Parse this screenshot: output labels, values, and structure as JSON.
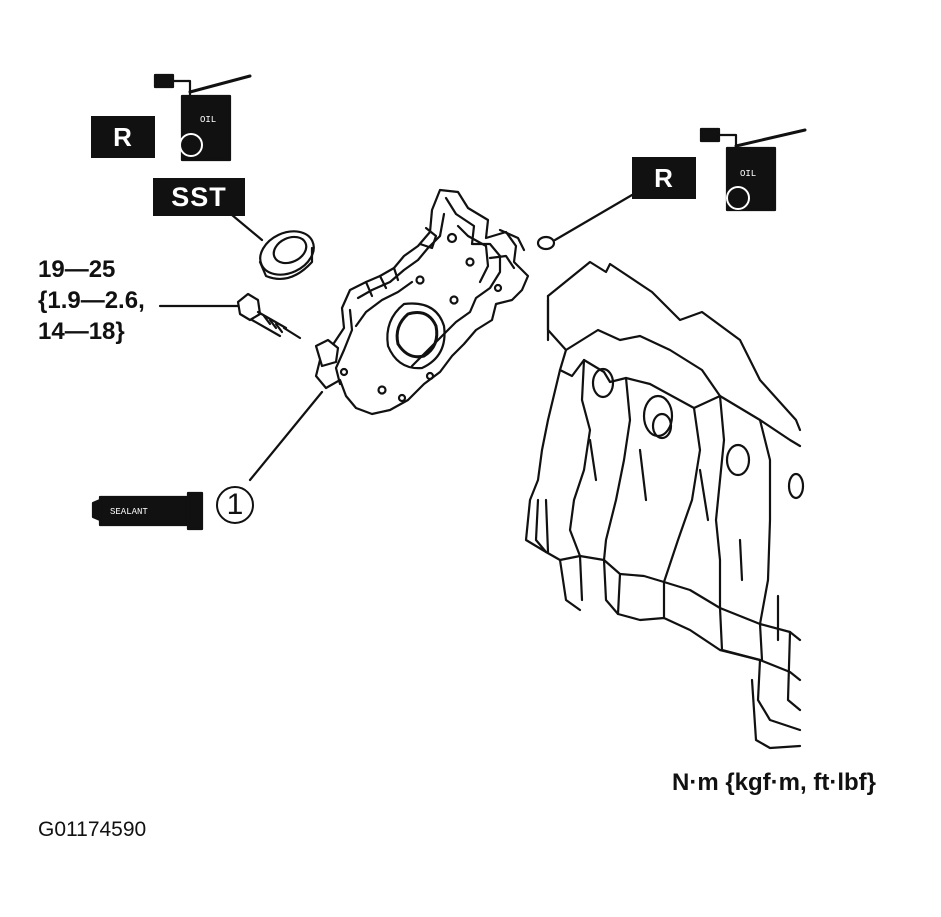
{
  "labels": {
    "replace_badge_1": "R",
    "sst_badge": "SST",
    "replace_badge_2": "R",
    "oil_can_1_text": "OIL",
    "oil_can_2_text": "OIL",
    "sealant_text": "SEALANT",
    "callout_number": "1"
  },
  "torque": {
    "line1": "19—25",
    "line2": "{1.9—2.6,",
    "line3": "14—18}"
  },
  "units": "N·m {kgf·m, ft·lbf}",
  "figure_id": "G01174590",
  "icons": [
    "oil-can-icon",
    "oil-can-icon",
    "sealant-tube-icon"
  ]
}
